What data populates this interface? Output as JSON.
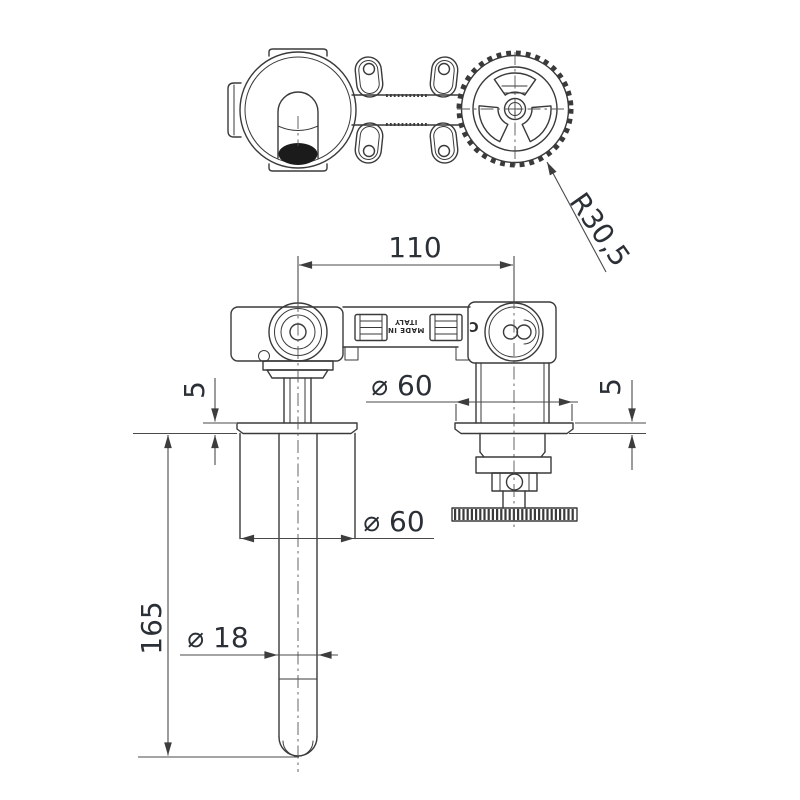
{
  "drawing": {
    "colors": {
      "background": "#ffffff",
      "line": "#3a3a3a",
      "dim_text": "#2b3036"
    },
    "dimensions": {
      "center_distance": "110",
      "handwheel_radius": "R30,5",
      "left_flange_thickness": "5",
      "right_flange_thickness": "5",
      "left_flange_diameter": "⌀ 60",
      "right_flange_diameter": "⌀ 60",
      "inlet_pipe_length": "165",
      "inlet_pipe_diameter": "⌀ 18"
    },
    "markings": {
      "made_in_line1": "MADE IN",
      "made_in_line2": "ITALY",
      "conformity_mark": "Ɔ"
    }
  }
}
